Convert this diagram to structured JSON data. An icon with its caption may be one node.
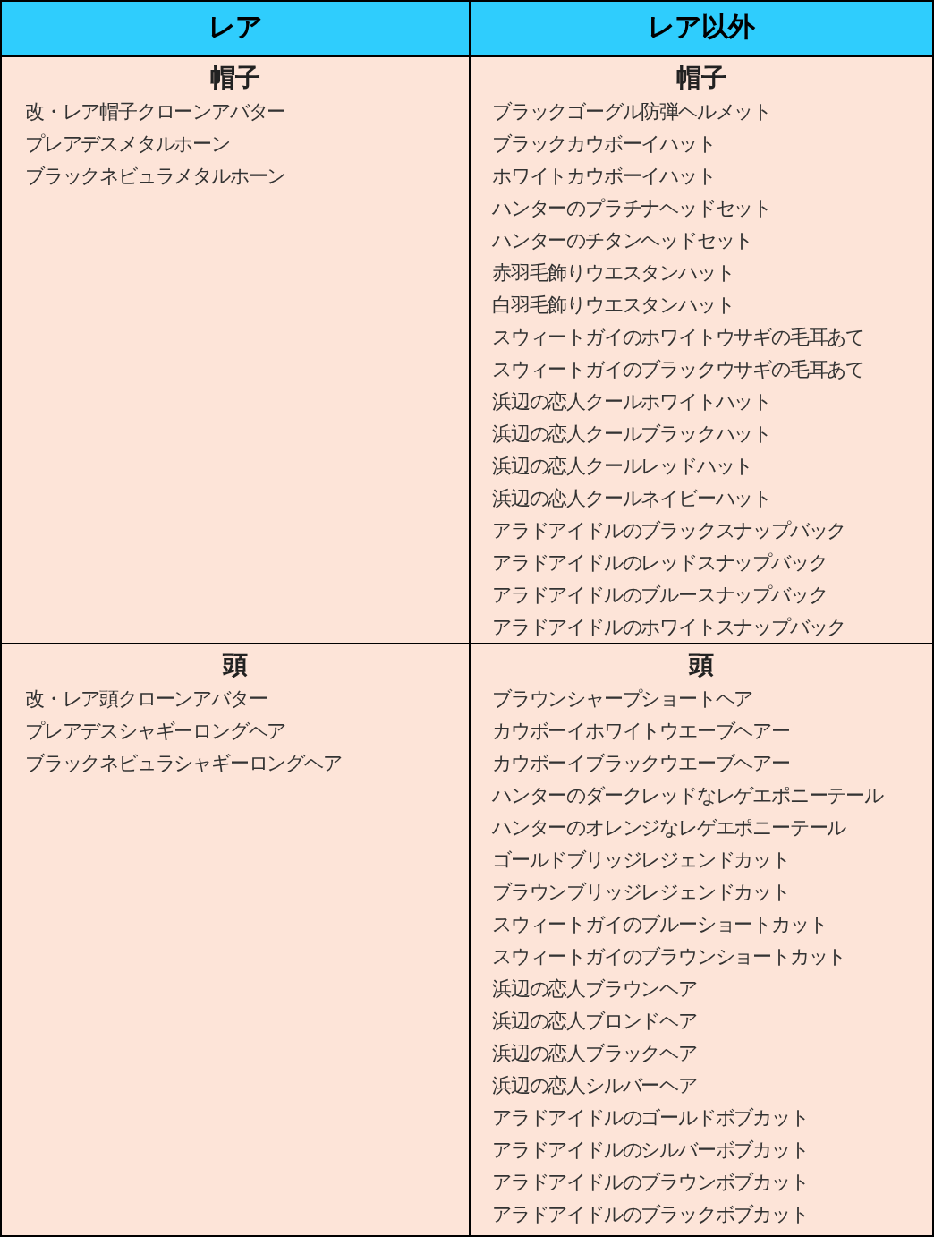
{
  "diagram": {
    "nodes": [
      {
        "text": [
          "レア"
        ]
      },
      {
        "text": [
          "レア以外"
        ]
      },
      {
        "text": [
          "帽子",
          "改・レア帽子クローンアバター",
          "プレアデスメタルホーン",
          "ブラックネビュラメタルホーン"
        ]
      },
      {
        "text": [
          "帽子",
          "ブラックゴーグル防弾ヘルメット",
          "ブラックカウボーイハット",
          "ホワイトカウボーイハット",
          "ハンターのプラチナヘッドセット",
          "ハンターのチタンヘッドセット",
          "赤羽毛飾りウエスタンハット",
          "白羽毛飾りウエスタンハット",
          "スウィートガイのホワイトウサギの毛耳あて",
          "スウィートガイのブラックウサギの毛耳あて",
          "浜辺の恋人クールホワイトハット",
          "浜辺の恋人クールブラックハット",
          "浜辺の恋人クールレッドハット",
          "浜辺の恋人クールネイビーハット",
          "アラドアイドルのブラックスナップバック",
          "アラドアイドルのレッドスナップバック",
          "アラドアイドルのブルースナップバック",
          "アラドアイドルのホワイトスナップバック"
        ]
      },
      {
        "text": [
          "頭",
          "改・レア頭クローンアバター",
          "プレアデスシャギーロングヘア",
          "ブラックネビュラシャギーロングヘア"
        ]
      },
      {
        "text": [
          "頭",
          "ブラウンシャープショートヘア",
          "カウボーイホワイトウエーブヘアー",
          "カウボーイブラックウエーブヘアー",
          "ハンターのダークレッドなレゲエポニーテール",
          "ハンターのオレンジなレゲエポニーテール",
          "ゴールドブリッジレジェンドカット",
          "ブラウンブリッジレジェンドカット",
          "スウィートガイのブルーショートカット",
          "スウィートガイのブラウンショートカット",
          "浜辺の恋人ブラウンヘア",
          "浜辺の恋人ブロンドヘア",
          "浜辺の恋人ブラックヘア",
          "浜辺の恋人シルバーヘア",
          "アラドアイドルのゴールドボブカット",
          "アラドアイドルのシルバーボブカット",
          "アラドアイドルのブラウンボブカット",
          "アラドアイドルのブラックボブカット"
        ]
      }
    ]
  }
}
